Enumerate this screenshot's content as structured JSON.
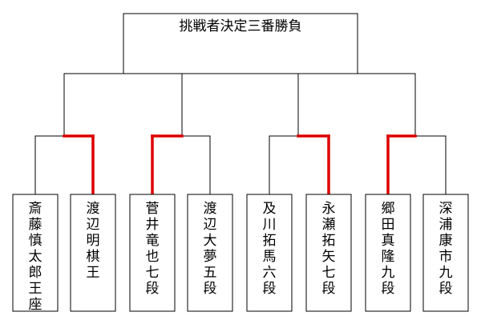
{
  "bracket": {
    "title": "挑戦者決定三番勝負",
    "players": [
      {
        "name": "斎藤慎太郎王座"
      },
      {
        "name": "渡辺明棋王"
      },
      {
        "name": "菅井竜也七段"
      },
      {
        "name": "渡辺大夢五段"
      },
      {
        "name": "及川拓馬六段"
      },
      {
        "name": "永瀬拓矢七段"
      },
      {
        "name": "郷田真隆九段"
      },
      {
        "name": "深浦康市九段"
      }
    ],
    "round1_winners": [
      1,
      2,
      5,
      6
    ],
    "round2_winners": [],
    "colors": {
      "line": "#000000",
      "winner_line": "#dd0000",
      "box_border": "#000000",
      "text": "#000000"
    }
  }
}
